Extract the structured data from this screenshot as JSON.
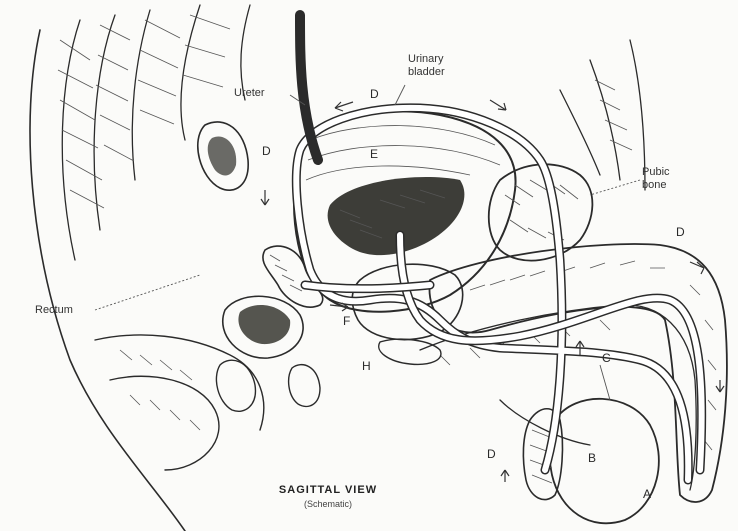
{
  "labels": {
    "ureter": "Ureter",
    "urinary_bladder": [
      "Urinary",
      "bladder"
    ],
    "pubic_bone": [
      "Pubic",
      "bone"
    ],
    "rectum": "Rectum",
    "title": "SAGITTAL VIEW",
    "subtitle": "(Schematic)"
  },
  "letters": {
    "d_top": "D",
    "d_left": "D",
    "d_right": "D",
    "d_bottom": "D",
    "b": "B",
    "c": "C",
    "e": "E",
    "f": "F",
    "h": "H",
    "a": "A"
  }
}
